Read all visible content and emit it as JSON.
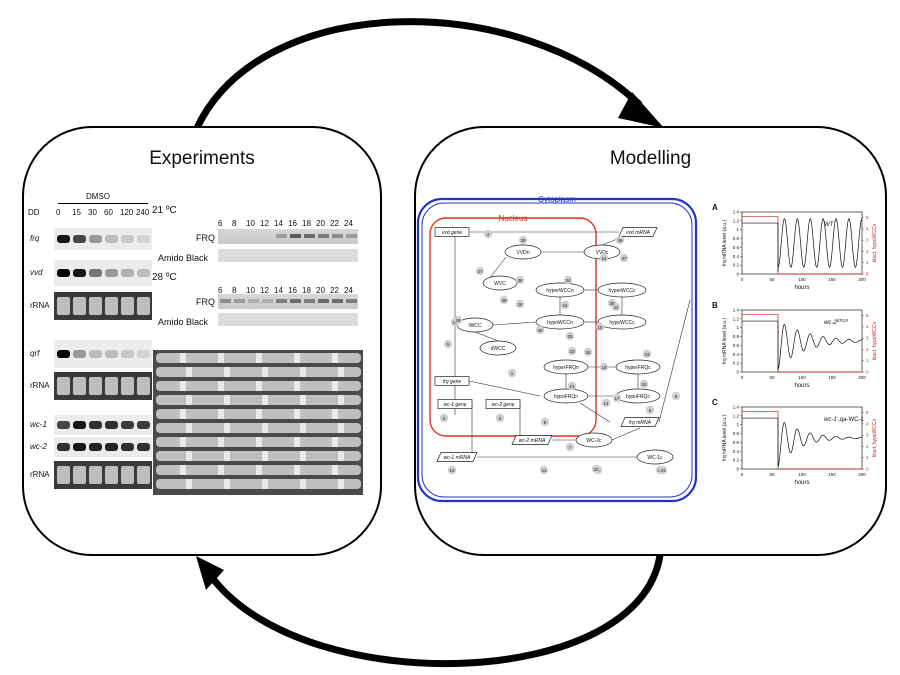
{
  "panels": {
    "experiments_title": "Experiments",
    "modelling_title": "Modelling"
  },
  "experiments": {
    "condition": "DMSO",
    "dd_label": "DD",
    "timepoints": [
      "0",
      "15",
      "30",
      "60",
      "120",
      "240"
    ],
    "row_labels": [
      "frq",
      "vvd",
      "rRNA",
      "qrf",
      "rRNA",
      "wc-1",
      "wc-2",
      "rRNA"
    ],
    "temp1": "21 ºC",
    "temp2": "28 ºC",
    "hours": [
      "6",
      "8",
      "10",
      "12",
      "14",
      "16",
      "18",
      "20",
      "22",
      "24"
    ],
    "frq_label": "FRQ",
    "amido_label": "Amido Black"
  },
  "network": {
    "cytoplasm": "Cytoplasm",
    "nucleus": "Nucleus",
    "nodes": {
      "vvd_gene": "vvd gene",
      "vvd_mrna": "vvd mRNA",
      "vvdn": "VVDn",
      "vvdc": "VVDc",
      "wvc": "WVC",
      "hyper_wcc_n": "hyperWCCn",
      "hyper_wcc_c": "hyperWCCc",
      "hypo_wcc_n": "hypoWCCn",
      "hypo_wcc_c": "hypoWCCc",
      "lwcc": "lWCC",
      "dwcc": "dWCC",
      "hyper_frq_n": "hyperFRQn",
      "hyper_frq_c": "hyperFRQc",
      "hypo_frq_n": "hypoFRQn",
      "hypo_frq_c": "hypoFRQc",
      "frq_gene": "frq gene",
      "frq_mrna": "frq mRNA",
      "wc1_gene": "wc-1 gene",
      "wc2_gene": "wc-2 gene",
      "wc1_mrna": "wc-1 mRNA",
      "wc2_mrna": "wc-2 mRNA",
      "wc2c": "WC-2c",
      "wc1c": "WC-1c"
    },
    "reaction_numbers": [
      "1",
      "2",
      "3",
      "4",
      "5",
      "6",
      "7",
      "8",
      "9",
      "10",
      "11",
      "12",
      "13",
      "14",
      "15",
      "16",
      "17",
      "18",
      "19",
      "20",
      "21",
      "22",
      "23",
      "24",
      "25",
      "26",
      "27",
      "28",
      "29",
      "30",
      "31",
      "32",
      "33",
      "34",
      "35",
      "36",
      "37",
      "38",
      "39",
      "40"
    ]
  },
  "sim_plots": [
    {
      "letter": "A",
      "annotation": "WT"
    },
    {
      "letter": "B",
      "annotation": "wc-2",
      "annotation_sup": "ER24"
    },
    {
      "letter": "C",
      "annotation": "wc-1",
      "annotation_sup": "-",
      "annotation_tail": ",qa-WC-1"
    }
  ],
  "sim_axes": {
    "ylabel_left": "frq mRNA level (a.u.)",
    "ylabel_right": "klact, hypoWCCn",
    "xlabel": "hours",
    "x_ticks": [
      "0",
      "50",
      "100",
      "150",
      "200"
    ],
    "y_ticks_left": [
      "0",
      "0.2",
      "0.4",
      "0.6",
      "0.8",
      "1",
      "1.2",
      "1.4"
    ],
    "y_ticks_right": [
      "0",
      "1",
      "2",
      "3",
      "4",
      "5"
    ]
  },
  "chart_data": [
    {
      "type": "line",
      "title": "WT",
      "xlabel": "hours",
      "ylabel": "frq mRNA level (a.u.)",
      "xlim": [
        0,
        200
      ],
      "ylim": [
        0,
        1.4
      ],
      "series": [
        {
          "name": "",
          "values": "damped-free oscillation, period ~22h, amplitude ~0.55 around 0.7"
        }
      ]
    },
    {
      "type": "line",
      "title": "wc-2 ER24",
      "xlabel": "hours",
      "ylabel": "frq mRNA level (a.u.)",
      "xlim": [
        0,
        200
      ],
      "ylim": [
        0,
        1.4
      ]
    },
    {
      "type": "line",
      "title": "wc-1, qa-WC-1",
      "xlabel": "hours",
      "ylabel": "frq mRNA level (a.u.)",
      "xlim": [
        0,
        200
      ],
      "ylim": [
        0,
        1.4
      ]
    }
  ]
}
